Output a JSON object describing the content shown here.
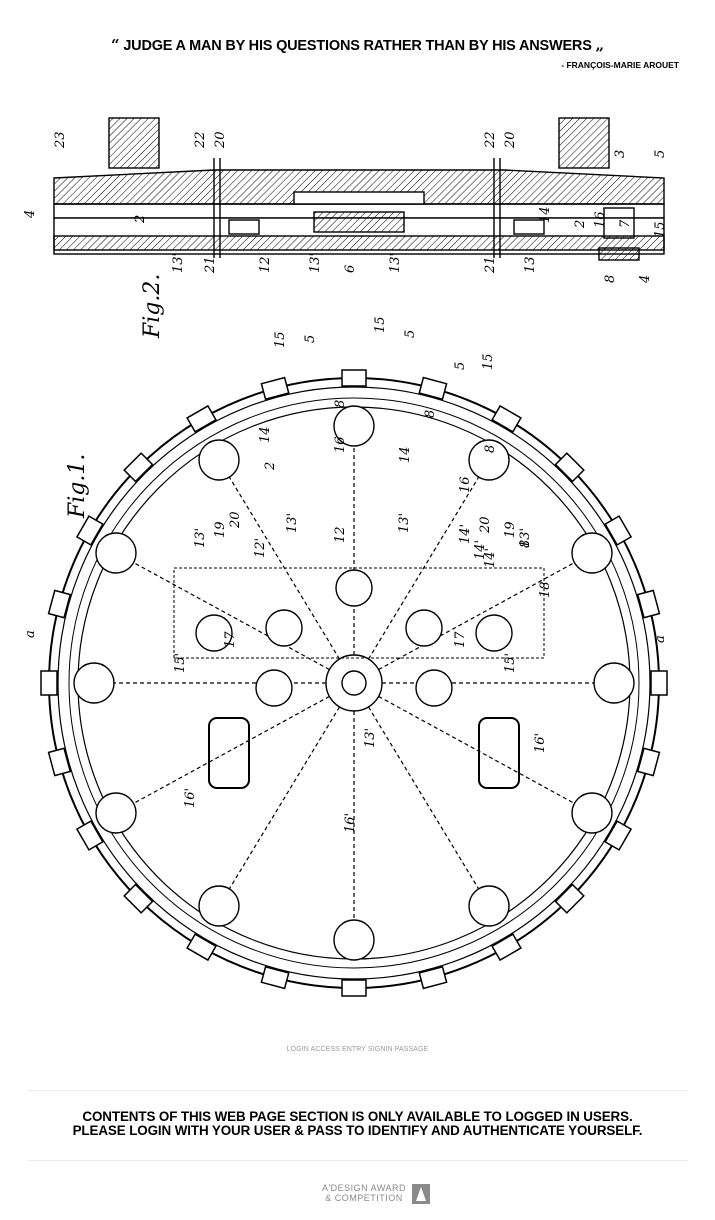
{
  "header": {
    "quote_open": "“",
    "quote_text": "JUDGE A MAN BY HIS QUESTIONS RATHER THAN BY HIS ANSWERS",
    "quote_close": "„",
    "author": "- FRANÇOIS-MARIE AROUET"
  },
  "drawing": {
    "fig2_label": "Fig.2.",
    "fig1_label": "Fig.1.",
    "fig2_numbers": [
      "23",
      "22",
      "20",
      "22",
      "20",
      "3",
      "5",
      "4",
      "2",
      "14",
      "2",
      "16",
      "7",
      "15",
      "13'",
      "21",
      "12",
      "13'",
      "6",
      "13'",
      "21",
      "13",
      "8",
      "4"
    ],
    "fig1_numbers": [
      "15",
      "5",
      "15",
      "5",
      "5",
      "15",
      "8",
      "8",
      "8",
      "14",
      "2",
      "16",
      "14",
      "16",
      "8",
      "19",
      "20",
      "13'",
      "12'",
      "13'",
      "12",
      "13'",
      "14'",
      "20",
      "19",
      "13'",
      "14'",
      "18",
      "17",
      "17",
      "14'",
      "15'",
      "15'",
      "a",
      "a",
      "16'",
      "16'",
      "16'",
      "13'"
    ]
  },
  "caption": "LOGIN ACCESS ENTRY SIGNIN PASSAGE",
  "notice": {
    "line1": "CONTENTS OF THIS WEB PAGE SECTION IS ONLY AVAILABLE TO LOGGED IN USERS.",
    "line2": "PLEASE LOGIN WITH YOUR USER & PASS TO IDENTIFY AND AUTHENTICATE YOURSELF."
  },
  "footer": {
    "brand_line1": "A'DESIGN AWARD",
    "brand_line2": "& COMPETITION",
    "brand_color": "#8a8a8a"
  }
}
